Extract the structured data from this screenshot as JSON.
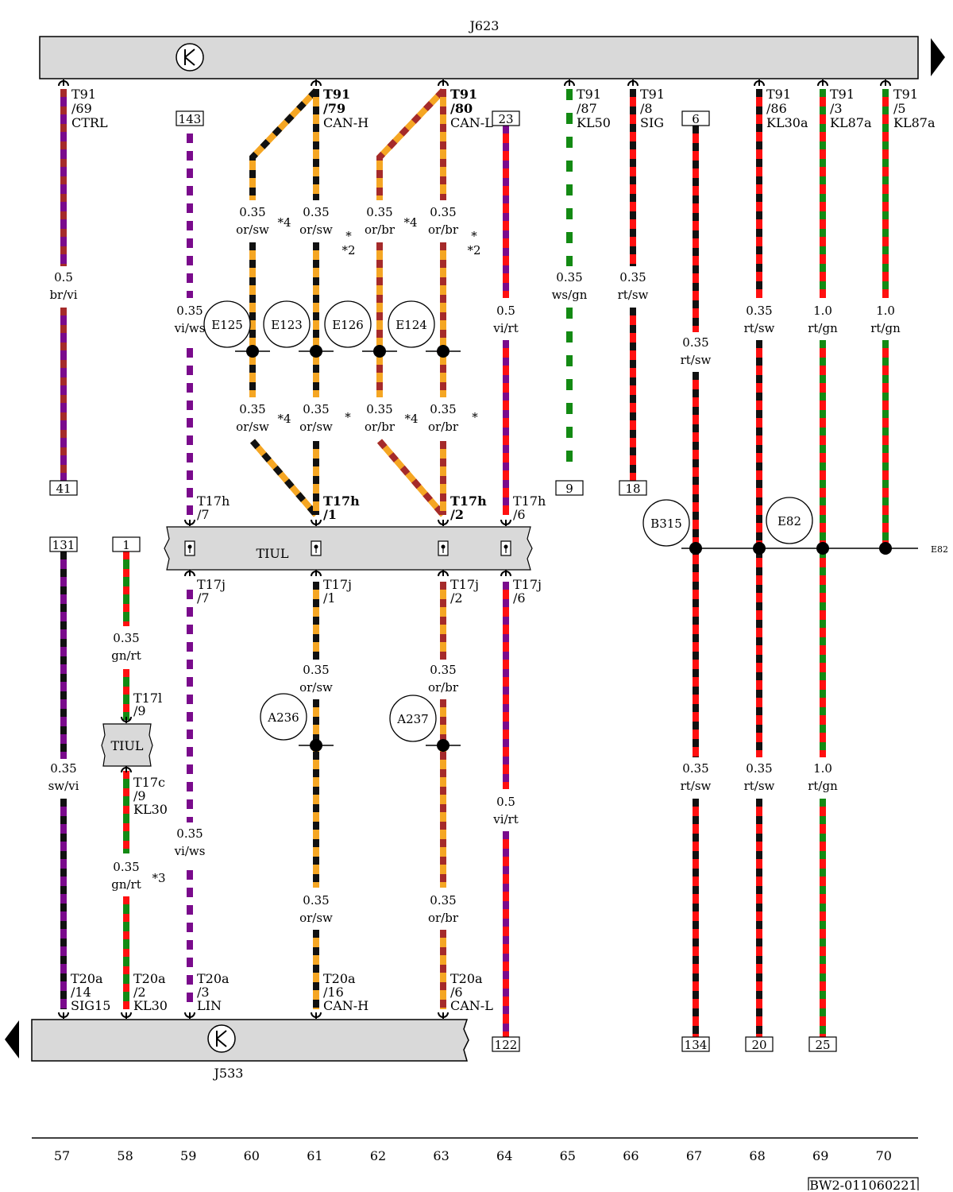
{
  "modules": {
    "top": {
      "name": "J623"
    },
    "bottom": {
      "name": "J533"
    },
    "tiul_big": {
      "name": "TIUL"
    },
    "tiul_small": {
      "name": "TIUL"
    }
  },
  "colors": {
    "or": "#f5a623",
    "sw": "#111111",
    "br": "#a52a2a",
    "vi": "#7a0a8c",
    "rt": "#ff1010",
    "gn": "#138a13",
    "ws": "#ffffff",
    "module_fill": "#d9d9d9"
  },
  "top_pins": [
    {
      "id": "p57",
      "l1": "T91",
      "l2": "/69",
      "l3": "CTRL"
    },
    {
      "id": "p61",
      "l1": "T91",
      "l2": "/79",
      "l3": "CAN-H"
    },
    {
      "id": "p63",
      "l1": "T91",
      "l2": "/80",
      "l3": "CAN-L"
    },
    {
      "id": "p65",
      "l1": "T91",
      "l2": "/87",
      "l3": "KL50"
    },
    {
      "id": "p66",
      "l1": "T91",
      "l2": "/8",
      "l3": "SIG"
    },
    {
      "id": "p68",
      "l1": "T91",
      "l2": "/86",
      "l3": "KL30a"
    },
    {
      "id": "p69",
      "l1": "T91",
      "l2": "/3",
      "l3": "KL87a"
    },
    {
      "id": "p70",
      "l1": "T91",
      "l2": "/5",
      "l3": "KL87a"
    }
  ],
  "bottom_pins": [
    {
      "id": "b57",
      "l1": "T20a",
      "l2": "/14",
      "l3": "SIG15"
    },
    {
      "id": "b58",
      "l1": "T20a",
      "l2": "/2",
      "l3": "KL30"
    },
    {
      "id": "b59",
      "l1": "T20a",
      "l2": "/3",
      "l3": "LIN"
    },
    {
      "id": "b61",
      "l1": "T20a",
      "l2": "/16",
      "l3": "CAN-H"
    },
    {
      "id": "b63",
      "l1": "T20a",
      "l2": "/6",
      "l3": "CAN-L"
    }
  ],
  "tiul_pins": [
    {
      "id": "t17h7",
      "l1": "T17h",
      "l2": "/7"
    },
    {
      "id": "t17h1",
      "l1": "T17h",
      "l2": "/1"
    },
    {
      "id": "t17h2",
      "l1": "T17h",
      "l2": "/2"
    },
    {
      "id": "t17h6",
      "l1": "T17h",
      "l2": "/6"
    },
    {
      "id": "t17j7",
      "l1": "T17j",
      "l2": "/7"
    },
    {
      "id": "t17j1",
      "l1": "T17j",
      "l2": "/1"
    },
    {
      "id": "t17j2",
      "l1": "T17j",
      "l2": "/2"
    },
    {
      "id": "t17j6",
      "l1": "T17j",
      "l2": "/6"
    },
    {
      "id": "t17l9",
      "l1": "T17l",
      "l2": "/9"
    },
    {
      "id": "t17c9",
      "l1": "T17c",
      "l2": "/9",
      "l3": "KL30"
    }
  ],
  "refs": [
    {
      "id": "r143",
      "text": "143"
    },
    {
      "id": "r23",
      "text": "23"
    },
    {
      "id": "r6",
      "text": "6"
    },
    {
      "id": "r41",
      "text": "41"
    },
    {
      "id": "r9",
      "text": "9"
    },
    {
      "id": "r18",
      "text": "18"
    },
    {
      "id": "r131",
      "text": "131"
    },
    {
      "id": "r1",
      "text": "1"
    },
    {
      "id": "r122",
      "text": "122"
    },
    {
      "id": "r134",
      "text": "134"
    },
    {
      "id": "r20",
      "text": "20"
    },
    {
      "id": "r25",
      "text": "25"
    }
  ],
  "components": [
    {
      "id": "E125",
      "text": "E125"
    },
    {
      "id": "E123",
      "text": "E123"
    },
    {
      "id": "E126",
      "text": "E126"
    },
    {
      "id": "E124",
      "text": "E124"
    },
    {
      "id": "B315",
      "text": "B315"
    },
    {
      "id": "E82",
      "text": "E82"
    },
    {
      "id": "A236",
      "text": "A236"
    },
    {
      "id": "A237",
      "text": "A237"
    }
  ],
  "wire_labels": [
    {
      "id": "w57a",
      "size": "0.5",
      "color": "br/vi"
    },
    {
      "id": "w59a",
      "size": "0.35",
      "color": "vi/ws"
    },
    {
      "id": "w60a",
      "size": "0.35",
      "color": "or/sw"
    },
    {
      "id": "w61a",
      "size": "0.35",
      "color": "or/sw"
    },
    {
      "id": "w62a",
      "size": "0.35",
      "color": "or/br"
    },
    {
      "id": "w63a",
      "size": "0.35",
      "color": "or/br"
    },
    {
      "id": "w64a",
      "size": "0.5",
      "color": "vi/rt"
    },
    {
      "id": "w65a",
      "size": "0.35",
      "color": "ws/gn"
    },
    {
      "id": "w66a",
      "size": "0.35",
      "color": "rt/sw"
    },
    {
      "id": "w67a",
      "size": "0.35",
      "color": "rt/sw"
    },
    {
      "id": "w68a",
      "size": "0.35",
      "color": "rt/sw"
    },
    {
      "id": "w69a",
      "size": "1.0",
      "color": "rt/gn"
    },
    {
      "id": "w70a",
      "size": "1.0",
      "color": "rt/gn"
    },
    {
      "id": "w60b",
      "size": "0.35",
      "color": "or/sw"
    },
    {
      "id": "w61b",
      "size": "0.35",
      "color": "or/sw"
    },
    {
      "id": "w62b",
      "size": "0.35",
      "color": "or/br"
    },
    {
      "id": "w63b",
      "size": "0.35",
      "color": "or/br"
    },
    {
      "id": "w58a",
      "size": "0.35",
      "color": "gn/rt"
    },
    {
      "id": "w61c",
      "size": "0.35",
      "color": "or/sw"
    },
    {
      "id": "w63c",
      "size": "0.35",
      "color": "or/br"
    },
    {
      "id": "w57b",
      "size": "0.35",
      "color": "sw/vi"
    },
    {
      "id": "w67b",
      "size": "0.35",
      "color": "rt/sw"
    },
    {
      "id": "w68b",
      "size": "0.35",
      "color": "rt/sw"
    },
    {
      "id": "w69b",
      "size": "1.0",
      "color": "rt/gn"
    },
    {
      "id": "w64b",
      "size": "0.5",
      "color": "vi/rt"
    },
    {
      "id": "w59b",
      "size": "0.35",
      "color": "vi/ws"
    },
    {
      "id": "w58b",
      "size": "0.35",
      "color": "gn/rt"
    },
    {
      "id": "w61d",
      "size": "0.35",
      "color": "or/sw"
    },
    {
      "id": "w63d",
      "size": "0.35",
      "color": "or/br"
    }
  ],
  "notes": [
    {
      "id": "n1",
      "text": "*4"
    },
    {
      "id": "n2",
      "text": "*4"
    },
    {
      "id": "n3",
      "text": "*"
    },
    {
      "id": "n4",
      "text": "*2"
    },
    {
      "id": "n5",
      "text": "*"
    },
    {
      "id": "n6",
      "text": "*2"
    },
    {
      "id": "n7",
      "text": "*4"
    },
    {
      "id": "n8",
      "text": "*"
    },
    {
      "id": "n9",
      "text": "*4"
    },
    {
      "id": "n10",
      "text": "*"
    },
    {
      "id": "n11",
      "text": "*3"
    }
  ],
  "e82_side_label": "E82",
  "footer": {
    "columns": [
      "57",
      "58",
      "59",
      "60",
      "61",
      "62",
      "63",
      "64",
      "65",
      "66",
      "67",
      "68",
      "69",
      "70"
    ],
    "code": "BW2-011060221"
  }
}
